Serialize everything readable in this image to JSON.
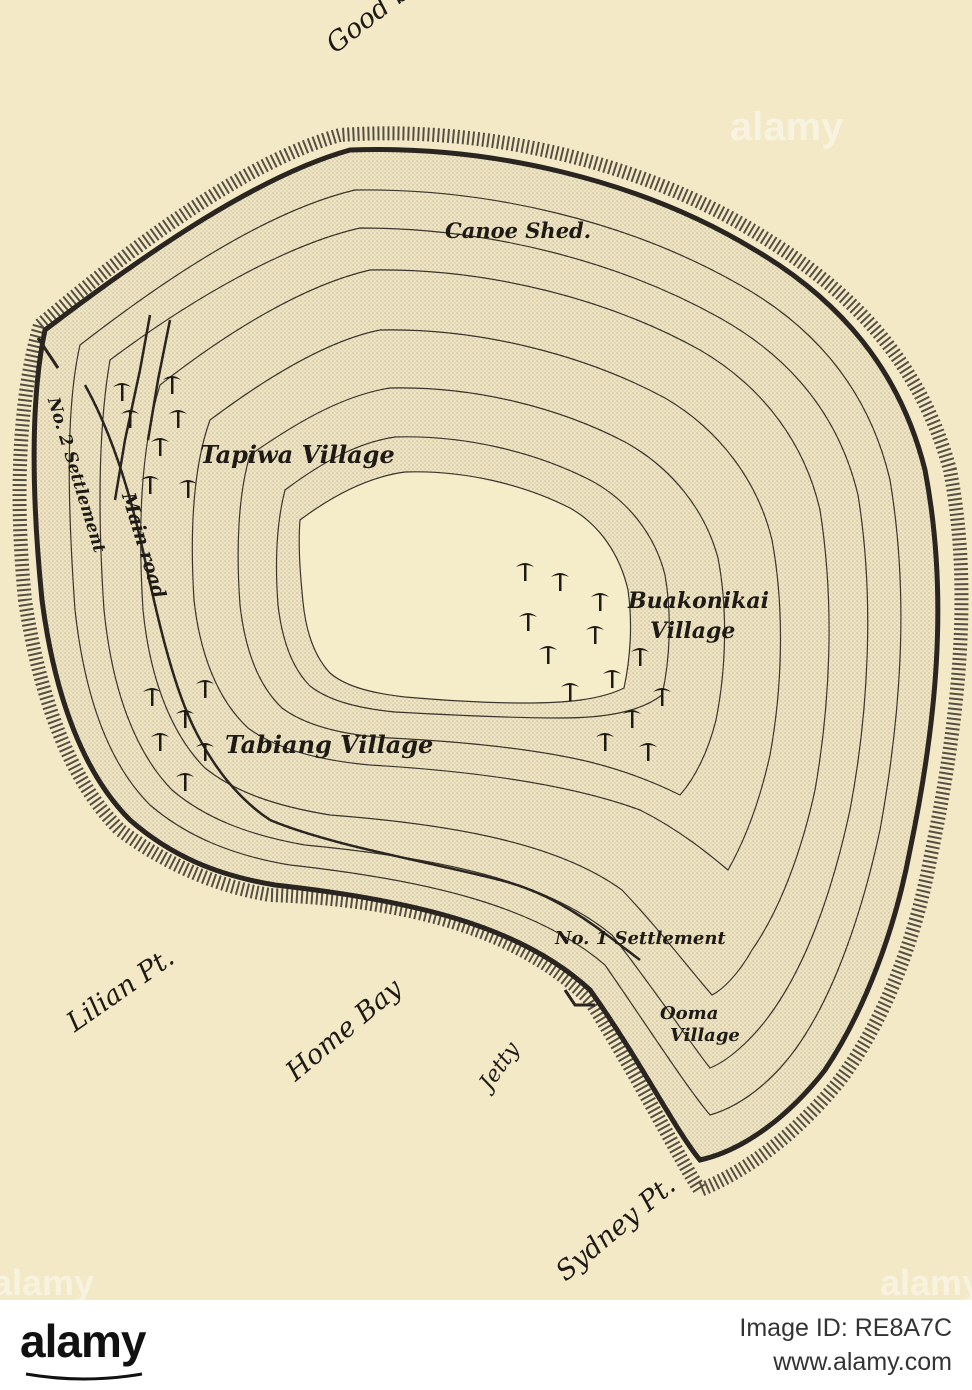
{
  "map": {
    "labels": {
      "good_boat": "Good boat",
      "canoe_shed": "Canoe Shed.",
      "tapiwa_village": "Tapiwa Village",
      "no2_settlement": "No. 2 Settlement",
      "main_road": "Main road",
      "buakonikai": "Buakonikai",
      "buakonikai_village": "Village",
      "tabiang_village": "Tabiang Village",
      "no1_settlement": "No. 1 Settlement",
      "ooma": "Ooma",
      "ooma_village": "Village",
      "lilian_pt": "Lilian Pt.",
      "home_bay": "Home Bay",
      "jetty": "Jetty",
      "sydney_pt": "Sydney Pt."
    },
    "colors": {
      "paper": "#f3e9c6",
      "ink": "#2a2520",
      "contour_fill": "#e6dcb9"
    },
    "icons": {
      "palm": "palm-tree-icon"
    }
  },
  "watermarks": {
    "center": "alamy",
    "bottom_left": "alamy",
    "bottom_right": "alamy"
  },
  "footer": {
    "logo": "alamy",
    "image_id": "Image ID: RE8A7C",
    "url": "www.alamy.com"
  }
}
